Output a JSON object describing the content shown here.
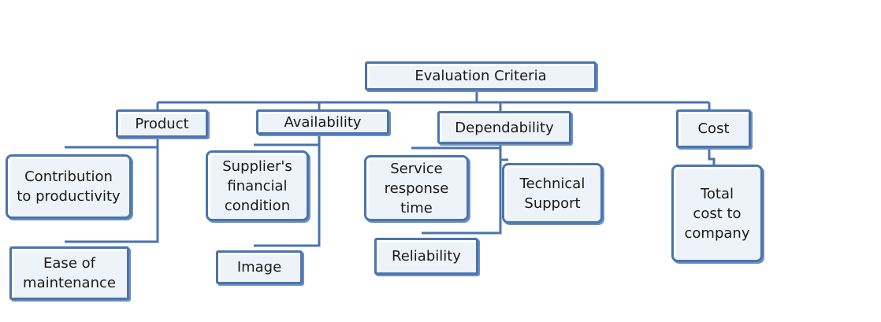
{
  "colors": {
    "box_border": "#4a74ad",
    "box_fill": "#eef2f9",
    "connector": "#4a74ad"
  },
  "root": {
    "label": "Evaluation Criteria"
  },
  "criteria": {
    "product": {
      "label": "Product",
      "items": [
        "Contribution\nto productivity",
        "Ease of\nmaintenance"
      ]
    },
    "availability": {
      "label": "Availability",
      "items": [
        "Supplier's\nfinancial\ncondition",
        "Image"
      ]
    },
    "dependability": {
      "label": "Dependability",
      "items": [
        "Service\nresponse\ntime",
        "Technical\nSupport",
        "Reliability"
      ]
    },
    "cost": {
      "label": "Cost",
      "items": [
        "Total\ncost to\ncompany"
      ]
    }
  }
}
